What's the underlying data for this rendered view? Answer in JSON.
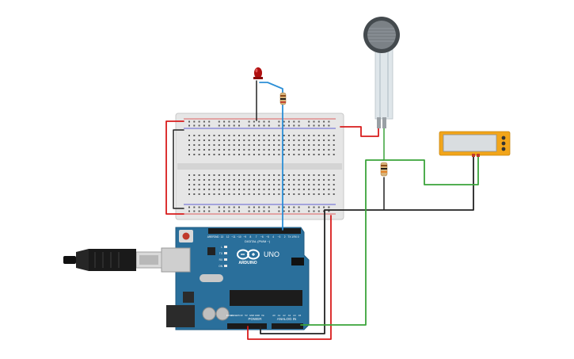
{
  "arduino": {
    "logo_text": "ARDUINO",
    "model_text": "UNO",
    "digital_label": "DIGITAL (PWM ~)",
    "power_label": "POWER",
    "analog_label": "ANALOG IN",
    "digital_pins": [
      "AREF",
      "GND",
      "13",
      "12",
      "~11",
      "~10",
      "~9",
      "8",
      "7",
      "~6",
      "~5",
      "4",
      "~3",
      "2",
      "TX 1",
      "RX 0"
    ],
    "power_pins": [
      "IOREF",
      "RESET",
      "3.3V",
      "5V",
      "GND",
      "GND",
      "Vin"
    ],
    "analog_pins": [
      "A0",
      "A1",
      "A2",
      "A3",
      "A4",
      "A5"
    ],
    "led_labels": [
      "L",
      "TX",
      "RX",
      "ON"
    ]
  },
  "colors": {
    "board": "#2a6f9b",
    "breadboard": "#e6e6e6",
    "wire_red": "#d81b1b",
    "wire_black": "#222222",
    "wire_green": "#3aa43a",
    "wire_blue": "#2c8fd6",
    "lcd_frame": "#f2a51a",
    "lcd_screen": "#d9dde0",
    "fsr_pad": "#555a5e"
  }
}
